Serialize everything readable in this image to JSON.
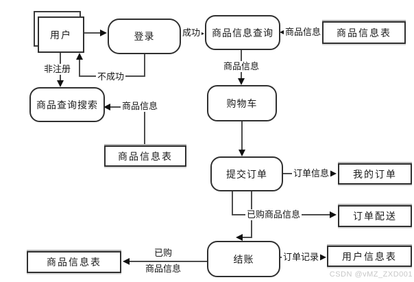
{
  "diagram": {
    "entity": {
      "user": "用户"
    },
    "processes": {
      "login": "登录",
      "product_info_query": "商品信息查询",
      "product_query_search": "商品查询搜索",
      "cart": "购物车",
      "submit_order": "提交订单",
      "checkout": "结账"
    },
    "stores": {
      "product_info_table_top": "商品信息表",
      "product_info_table_mid": "商品信息表",
      "my_orders": "我的订单",
      "order_delivery": "订单配送",
      "user_info_table": "用户信息表",
      "product_info_table_bottom": "商品信息表"
    },
    "labels": {
      "success": "成功",
      "fail": "不成功",
      "unregistered": "非注册",
      "product_info_to_query": "商品信息",
      "product_info_to_cart": "商品信息",
      "product_info_to_search": "商品信息",
      "order_info": "订单信息",
      "purchased_product_info": "已购商品信息",
      "order_record": "订单记录",
      "purchased_l1": "已购",
      "purchased_l2": "商品信息"
    }
  },
  "watermark": "CSDN @vMZ_ZXD001"
}
